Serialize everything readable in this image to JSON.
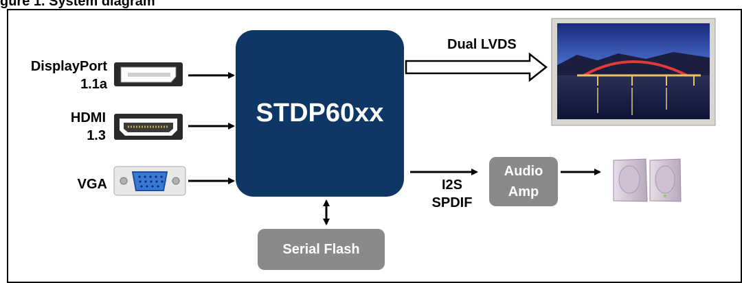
{
  "figure": {
    "title": "gure 1.  System diagram"
  },
  "inputs": {
    "displayport": {
      "line1": "DisplayPort",
      "line2": "1.1a"
    },
    "hdmi": {
      "line1": "HDMI",
      "line2": "1.3"
    },
    "vga": {
      "label": "VGA"
    }
  },
  "chip": {
    "label": "STDP60xx",
    "color": "#0e3766"
  },
  "outputs": {
    "lvds": {
      "label": "Dual LVDS"
    },
    "audio": {
      "line1": "I2S",
      "line2": "SPDIF"
    }
  },
  "blocks": {
    "audio_amp": {
      "line1": "Audio",
      "line2": "Amp",
      "color": "#8a8a8a"
    },
    "serial_flash": {
      "label": "Serial Flash",
      "color": "#8a8a8a"
    }
  },
  "icons": [
    "displayport-connector-icon",
    "hdmi-connector-icon",
    "vga-connector-icon",
    "lcd-panel-icon",
    "speakers-icon"
  ]
}
